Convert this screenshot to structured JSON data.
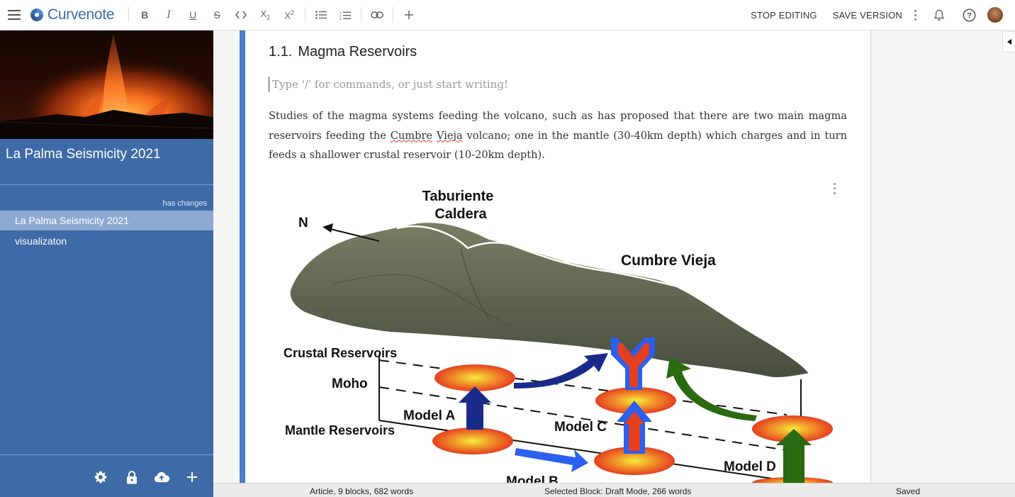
{
  "app": {
    "brand": "Curvenote",
    "accent": "#3e6ba7"
  },
  "toolbar": {
    "format_buttons": [
      "bold-icon",
      "italic-icon",
      "underline-icon",
      "strikethrough-icon",
      "code-icon",
      "subscript-icon",
      "superscript-icon",
      "bullet-list-icon",
      "numbered-list-icon",
      "link-icon",
      "add-icon"
    ],
    "stop_editing": "STOP EDITING",
    "save_version": "SAVE VERSION"
  },
  "sidebar": {
    "project_title": "La Palma Seismicity 2021",
    "status": "has changes",
    "items": [
      {
        "label": "La Palma Seismicity 2021",
        "selected": true
      },
      {
        "label": "visualizaton",
        "selected": false
      }
    ],
    "bottom_icons": [
      "gear-icon",
      "lock-icon",
      "cloud-upload-icon",
      "plus-icon"
    ]
  },
  "document": {
    "section_number": "1.1.",
    "section_title": "Magma Reservoirs",
    "placeholder": "Type '/' for commands, or just start writing!",
    "paragraph_before": "Studies of the magma systems feeding the volcano, such as  has proposed that there are two main magma reservoirs feeding the ",
    "spell_word_1": "Cumbre",
    "spell_word_2": "Vieja",
    "paragraph_after": " volcano; one in the mantle (30-40km depth) which charges and in turn feeds a shallower crustal reservoir (10-20km depth)."
  },
  "figure": {
    "labels": {
      "caldera_1": "Taburiente",
      "caldera_2": "Caldera",
      "north": "N",
      "ridge": "Cumbre Vieja",
      "crustal": "Crustal Reservoirs",
      "moho": "Moho",
      "model_a": "Model A",
      "mantle": "Mantle Reservoirs",
      "model_b": "Model B",
      "model_c": "Model C",
      "model_d": "Model D"
    }
  },
  "statusbar": {
    "article": "Article, 9 blocks, 682 words",
    "selected": "Selected Block: Draft Mode, 266 words",
    "saved": "Saved"
  }
}
